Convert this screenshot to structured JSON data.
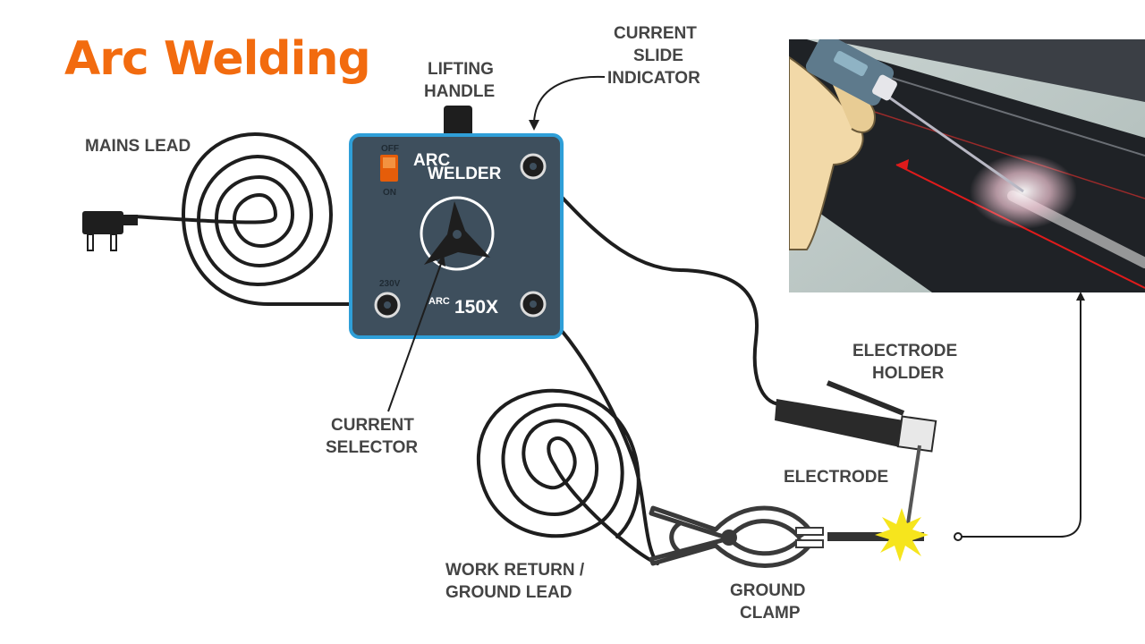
{
  "title": "Arc Welding",
  "labels": {
    "mains_lead": "MAINS LEAD",
    "lifting_handle": [
      "LIFTING",
      "HANDLE"
    ],
    "current_slide_indicator": [
      "CURRENT",
      "SLIDE",
      "INDICATOR"
    ],
    "current_selector": [
      "CURRENT",
      "SELECTOR"
    ],
    "electrode_holder": [
      "ELECTRODE",
      "HOLDER"
    ],
    "electrode": "ELECTRODE",
    "work_return": [
      "WORK RETURN /",
      "GROUND LEAD"
    ],
    "ground_clamp": [
      "GROUND",
      "CLAMP"
    ]
  },
  "welder": {
    "off": "OFF",
    "on": "ON",
    "brand_top": "ARC",
    "brand_name": "WELDER",
    "voltage": "230V",
    "model_prefix": "ARC",
    "model": "150X"
  },
  "colors": {
    "title": "#f26b0f",
    "panel": "#3e4f5d",
    "panel_border": "#2f9fd8",
    "switch": "#f26b0f",
    "arc_spark": "#f6e51d"
  }
}
